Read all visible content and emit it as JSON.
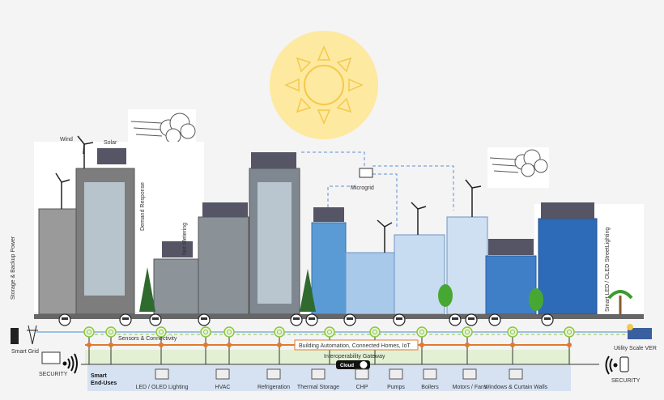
{
  "labels": {
    "wind": "Wind",
    "solar": "Solar",
    "demand_response": "Demand Response",
    "net_metering": "Net Metering",
    "microgrid": "Microgrid",
    "storage": "Storage & Backup Power",
    "streetlighting": "Smart LED / OLED StreetLighting",
    "sensors": "Sensors & Connectivity",
    "building_automation": "Building Automation, Connected Homes, IoT",
    "gateway": "Interoperability Gateway",
    "cloud": "Cloud",
    "smart_grid": "Smart Grid",
    "security_left": "SECURITY",
    "security_right": "SECURITY",
    "utility_ver": "Utility Scale VER"
  },
  "end_uses": {
    "title_line1": "Smart",
    "title_line2": "End-Uses",
    "items": [
      "LED / OLED Lighting",
      "HVAC",
      "Refrigeration",
      "Thermal Storage",
      "CHP",
      "Pumps",
      "Boilers",
      "Motors / Fans",
      "Windows & Curtain Walls"
    ]
  },
  "colors": {
    "sun": "#fde9a0",
    "sun_rays": "#f5d26a",
    "grid_line": "#7fb0e0",
    "automation_line": "#e07a2e",
    "sensor_ring": "#8cc63f",
    "gateway_band": "#e3f0d3",
    "end_use_band": "#d6e2f2"
  }
}
